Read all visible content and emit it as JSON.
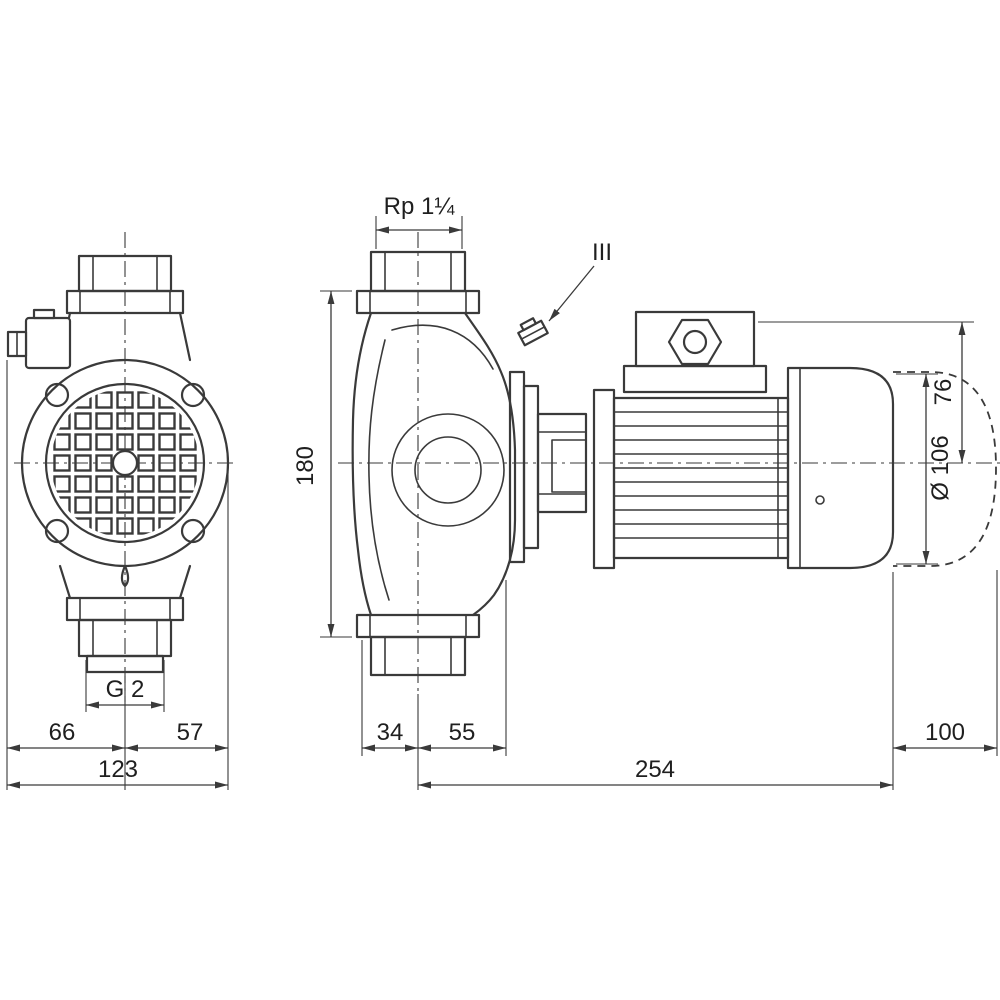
{
  "dimensions": {
    "top_port_thread": "Rp 1¼",
    "vent_screw_marker": "III",
    "port_to_port": "180",
    "height_above_axis": "76",
    "motor_diameter": "Ø 106",
    "bottom_port_thread": "G 2",
    "width_left": "66",
    "width_right": "57",
    "width_total": "123",
    "offset_flange_to_axis": "34",
    "axis_to_seal_housing": "55",
    "dismantling_space": "100",
    "length_total": "254"
  }
}
